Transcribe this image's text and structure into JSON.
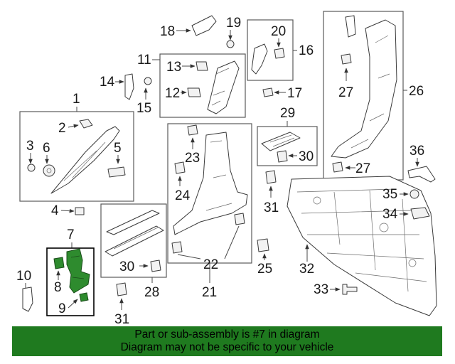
{
  "callouts": {
    "c1": "1",
    "c2": "2",
    "c3": "3",
    "c4": "4",
    "c5": "5",
    "c6": "6",
    "c7": "7",
    "c8": "8",
    "c9": "9",
    "c10": "10",
    "c11": "11",
    "c12": "12",
    "c13": "13",
    "c14": "14",
    "c15": "15",
    "c16": "16",
    "c17": "17",
    "c18": "18",
    "c19": "19",
    "c20": "20",
    "c21": "21",
    "c22": "22",
    "c23": "23",
    "c24": "24",
    "c25": "25",
    "c26": "26",
    "c27a": "27",
    "c27b": "27",
    "c28": "28",
    "c29": "29",
    "c30a": "30",
    "c30b": "30",
    "c31a": "31",
    "c31b": "31",
    "c32": "32",
    "c33": "33",
    "c34": "34",
    "c35": "35",
    "c36": "36"
  },
  "banner": {
    "line1": "Part or sub-assembly is #7 in diagram",
    "line2": "Diagram may not be specific to your vehicle"
  },
  "colors": {
    "highlight_part": "#1f7a1f",
    "banner_bg": "#1f7a1f"
  }
}
